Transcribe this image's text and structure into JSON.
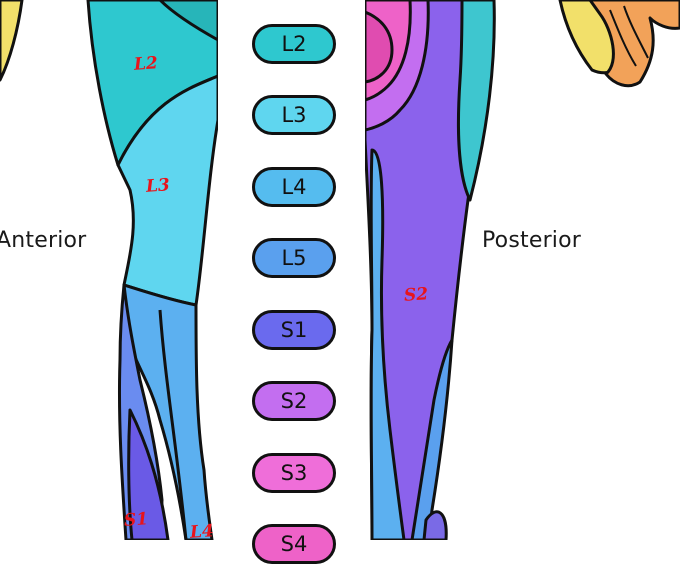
{
  "views": {
    "anterior": "Anterior",
    "posterior": "Posterior"
  },
  "dermatome_key": [
    {
      "label": "L2",
      "color": "#2ec8cf"
    },
    {
      "label": "L3",
      "color": "#5fd6ef"
    },
    {
      "label": "L4",
      "color": "#55bcef"
    },
    {
      "label": "L5",
      "color": "#5aa0ee"
    },
    {
      "label": "S1",
      "color": "#6a6aee"
    },
    {
      "label": "S2",
      "color": "#c36ef0"
    },
    {
      "label": "S3",
      "color": "#ef6ed9"
    },
    {
      "label": "S4",
      "color": "#ee62c8"
    }
  ],
  "handwritten_labels": [
    "L2",
    "L3",
    "S1",
    "L4",
    "S2"
  ],
  "colors": {
    "outline": "#111111",
    "annotation": "#e8141c",
    "foot_yellow": "#f2e06a",
    "foot_orange": "#f2a259"
  }
}
